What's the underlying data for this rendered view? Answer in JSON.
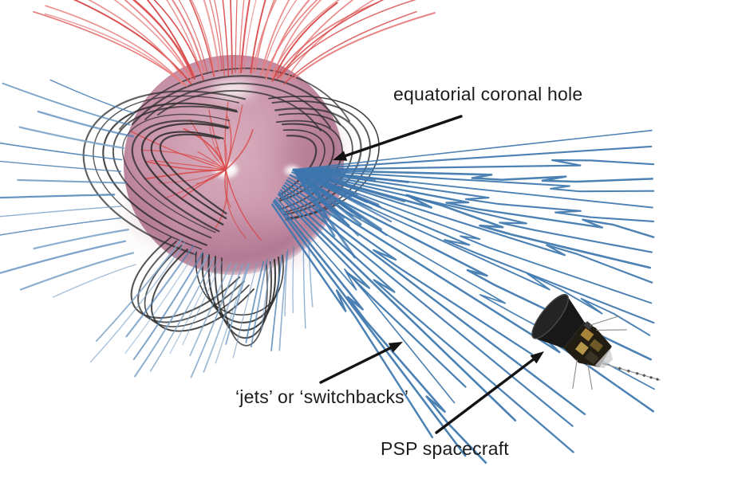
{
  "labels": {
    "coronal_hole": "equatorial coronal hole",
    "jets": "‘jets’ or ‘switchbacks’",
    "psp": "PSP spacecraft"
  },
  "colors": {
    "open_field_red": "#d84a4a",
    "open_field_red_light": "#e87b7b",
    "closed_field_black": "#2d2d2d",
    "open_field_blue": "#4a80b4",
    "open_field_blue_light": "#7da3c8",
    "solar_wind_blue": "#3d76ae",
    "sun_base": "#dab1c0",
    "sun_mid": "#cf9db1",
    "sun_edge": "#a86d88",
    "arrow": "#131313",
    "text": "#1c1c1c",
    "background": "#ffffff",
    "spacecraft_dark": "#181818",
    "spacecraft_gold": "#b0893d"
  }
}
